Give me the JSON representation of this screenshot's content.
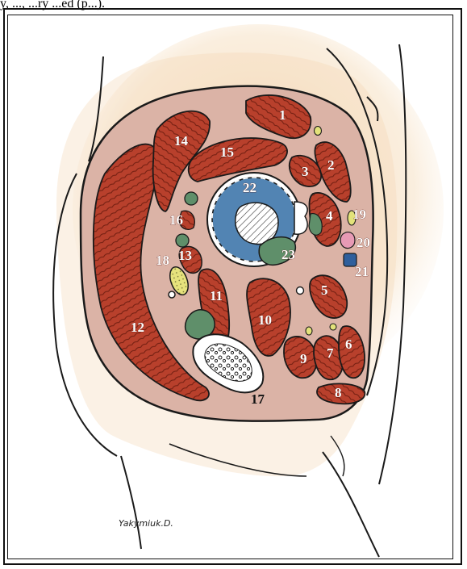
{
  "caption": "y, ..., ...ry ...ed (p...).",
  "signature": "Yakymiuk.D.",
  "colors": {
    "muscle": "#b8402c",
    "muscle_dark": "#7a2416",
    "fascia": "#d9b2a6",
    "skin_shadow": "#f2d7b0",
    "bladder": "#4d7fae",
    "nerve_green": "#5f8f6a",
    "yellow": "#e3e27a",
    "pink": "#e79ab5",
    "blue_vessel": "#2f5f9c"
  },
  "labels": [
    {
      "id": "1",
      "text": "1"
    },
    {
      "id": "2",
      "text": "2"
    },
    {
      "id": "3",
      "text": "3"
    },
    {
      "id": "4",
      "text": "4"
    },
    {
      "id": "5",
      "text": "5"
    },
    {
      "id": "6",
      "text": "6"
    },
    {
      "id": "7",
      "text": "7"
    },
    {
      "id": "8",
      "text": "8"
    },
    {
      "id": "9",
      "text": "9"
    },
    {
      "id": "10",
      "text": "10"
    },
    {
      "id": "11",
      "text": "11"
    },
    {
      "id": "12",
      "text": "12"
    },
    {
      "id": "13",
      "text": "13"
    },
    {
      "id": "14",
      "text": "14"
    },
    {
      "id": "15",
      "text": "15"
    },
    {
      "id": "16",
      "text": "16"
    },
    {
      "id": "17",
      "text": "17"
    },
    {
      "id": "18",
      "text": "18"
    },
    {
      "id": "19",
      "text": "19"
    },
    {
      "id": "20",
      "text": "20"
    },
    {
      "id": "21",
      "text": "21"
    },
    {
      "id": "22",
      "text": "22"
    },
    {
      "id": "23",
      "text": "23"
    }
  ]
}
